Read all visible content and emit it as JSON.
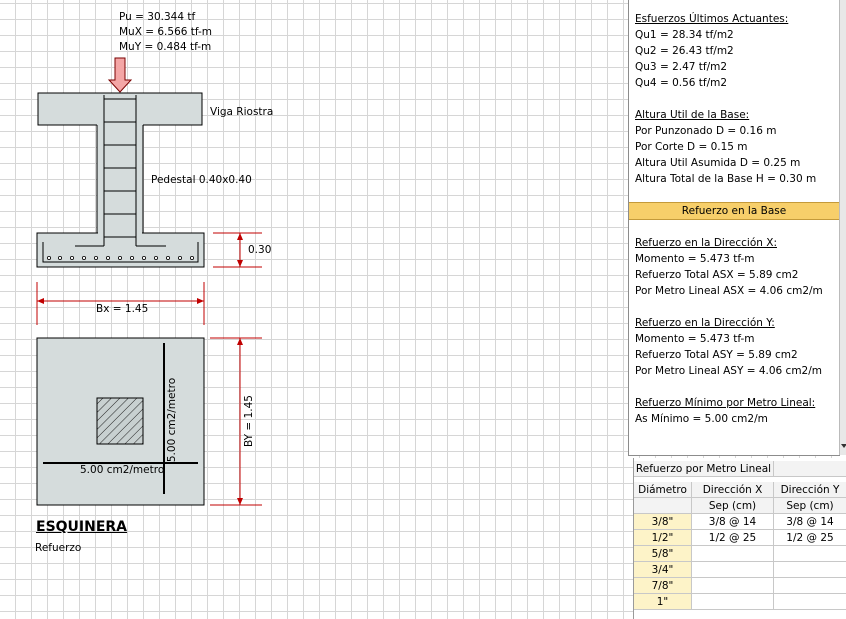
{
  "loads": {
    "pu": "Pu = 30.344 tf",
    "mux": "MuX = 6.566 tf-m",
    "muy": "MuY = 0.484 tf-m"
  },
  "labels": {
    "viga": "Viga Riostra",
    "pedestal": "Pedestal 0.40x0.40",
    "thickness": "0.30",
    "bx": "Bx = 1.45",
    "by": "BY = 1.45",
    "reinf_y": "5.00 cm2/metro",
    "reinf_x": "5.00 cm2/metro",
    "title": "ESQUINERA",
    "subtitle": "Refuerzo"
  },
  "results": {
    "stress_title": "Esfuerzos Últimos Actuantes:",
    "qu1": "Qu1 = 28.34 tf/m2",
    "qu2": "Qu2 = 26.43 tf/m2",
    "qu3": "Qu3 = 2.47 tf/m2",
    "qu4": "Qu4 = 0.56 tf/m2",
    "height_title": "Altura Util de la Base:",
    "d_punz": "Por Punzonado D = 0.16 m",
    "d_corte": "Por Corte D = 0.15 m",
    "d_asum": "Altura Util Asumida D = 0.25 m",
    "h_total": "Altura Total de la Base H = 0.30 m",
    "band": "Refuerzo en la Base",
    "dir_x_title": "Refuerzo en la Dirección X:",
    "mom_x": "Momento = 5.473 tf-m",
    "asx": "Refuerzo Total ASX = 5.89 cm2",
    "asx_ml": "Por Metro Lineal ASX = 4.06 cm2/m",
    "dir_y_title": "Refuerzo en la Dirección Y:",
    "mom_y": "Momento = 5.473 tf-m",
    "asy": "Refuerzo Total ASY = 5.89 cm2",
    "asy_ml": "Por Metro Lineal ASY = 4.06 cm2/m",
    "min_title": "Refuerzo Mínimo por Metro Lineal:",
    "as_min": "As Mínimo  = 5.00 cm2/m"
  },
  "table": {
    "title": "Refuerzo por Metro Lineal",
    "headers": [
      "Diámetro",
      "Dirección X",
      "Dirección Y"
    ],
    "subheaders": [
      "",
      "Sep (cm)",
      "Sep (cm)"
    ],
    "rows": [
      [
        "3/8\"",
        "3/8 @ 14",
        "3/8 @ 14"
      ],
      [
        "1/2\"",
        "1/2 @ 25",
        "1/2 @ 25"
      ],
      [
        "5/8\"",
        "",
        ""
      ],
      [
        "3/4\"",
        "",
        ""
      ],
      [
        "7/8\"",
        "",
        ""
      ],
      [
        "1\"",
        "",
        ""
      ]
    ]
  },
  "colors": {
    "concrete": "#d5dcdc",
    "dimension": "#c00000",
    "arrow": "#f4a6a6",
    "band": "#f7cf6a"
  }
}
